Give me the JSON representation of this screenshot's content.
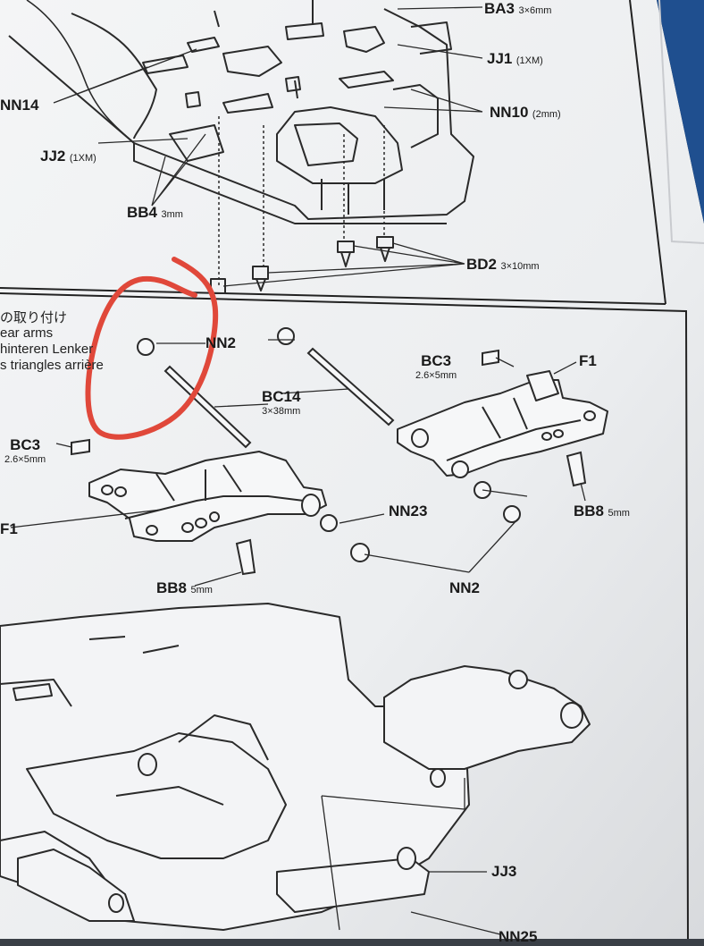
{
  "page": {
    "background": "#f3f4f5",
    "line_color": "#2a2a2a",
    "annotation_color": "#e0483a"
  },
  "top_parts": [
    {
      "id": "ba3",
      "code": "BA3",
      "size": "3×6mm"
    },
    {
      "id": "jj1",
      "code": "JJ1",
      "size": "(1XM)"
    },
    {
      "id": "nn14",
      "code": "NN14",
      "size": ""
    },
    {
      "id": "nn10",
      "code": "NN10",
      "size": "(2mm)"
    },
    {
      "id": "jj2",
      "code": "JJ2",
      "size": "(1XM)"
    },
    {
      "id": "bb4",
      "code": "BB4",
      "size": "3mm"
    },
    {
      "id": "bd2",
      "code": "BD2",
      "size": "3×10mm"
    }
  ],
  "section": {
    "title_lines": [
      "の取り付け",
      "ear arms",
      "hinteren Lenker",
      "s triangles arrière"
    ]
  },
  "mid_parts": [
    {
      "id": "nn2a",
      "code": "NN2",
      "size": ""
    },
    {
      "id": "bc3a",
      "code": "BC3",
      "size": "2.6×5mm"
    },
    {
      "id": "f1a",
      "code": "F1",
      "size": ""
    },
    {
      "id": "bc14",
      "code": "BC14",
      "size": "3×38mm"
    },
    {
      "id": "bc3b",
      "code": "BC3",
      "size": "2.6×5mm"
    },
    {
      "id": "f1b",
      "code": "F1",
      "size": ""
    },
    {
      "id": "nn23",
      "code": "NN23",
      "size": ""
    },
    {
      "id": "bb8a",
      "code": "BB8",
      "size": "5mm"
    },
    {
      "id": "bb8b",
      "code": "BB8",
      "size": "5mm"
    },
    {
      "id": "nn2b",
      "code": "NN2",
      "size": ""
    }
  ],
  "bottom_parts": [
    {
      "id": "jj3",
      "code": "JJ3",
      "size": ""
    },
    {
      "id": "nn25",
      "code": "NN25",
      "size": ""
    }
  ]
}
